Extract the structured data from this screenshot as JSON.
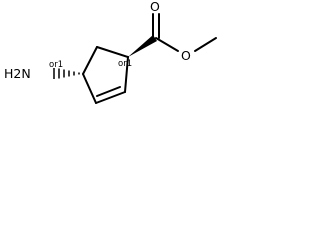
{
  "atoms": {
    "amine": "H2N",
    "carbonyl_oxygen": "O",
    "ester_oxygen": "O"
  },
  "stereo": {
    "left_center": "or1",
    "right_center": "or1"
  }
}
